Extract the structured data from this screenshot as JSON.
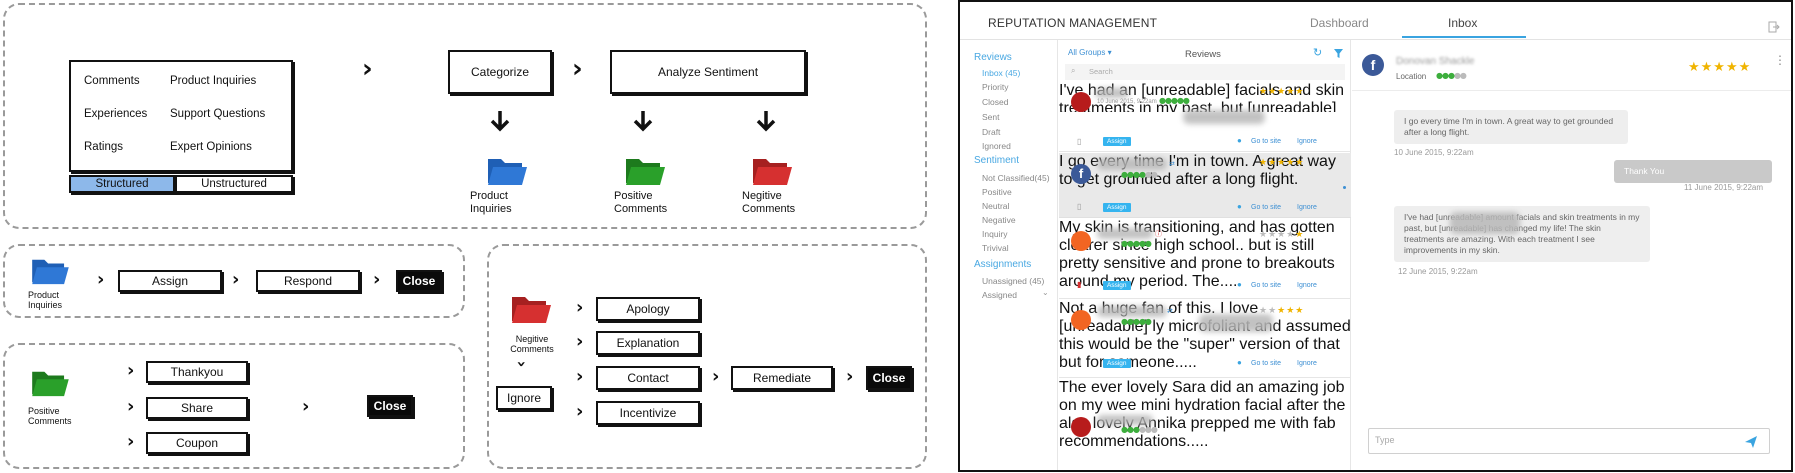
{
  "flow": {
    "channels_col1": [
      "Comments",
      "Experiences",
      "Ratings"
    ],
    "channels_col2": [
      "Product Inquiries",
      "Support Questions",
      "Expert Opinions"
    ],
    "structured_label": "Structured",
    "unstructured_label": "Unstructured",
    "categorize": "Categorize",
    "analyze_sentiment": "Analyze Sentiment",
    "cat_product": "Product\nInquiries",
    "cat_positive": "Positive\nComments",
    "cat_negative": "Negitive\nComments",
    "pi_label": "Product\nInquiries",
    "pi_assign": "Assign",
    "pi_respond": "Respond",
    "pi_close": "Close",
    "pos_label": "Positive\nComments",
    "pos_thankyou": "Thankyou",
    "pos_share": "Share",
    "pos_coupon": "Coupon",
    "pos_close": "Close",
    "neg_label": "Negitive\nComments",
    "neg_ignore": "Ignore",
    "neg_apology": "Apology",
    "neg_explanation": "Explanation",
    "neg_contact": "Contact",
    "neg_incentivize": "Incentivize",
    "neg_remediate": "Remediate",
    "neg_close": "Close"
  },
  "colors": {
    "blue_folder": "#2f78d6",
    "green_folder": "#2aa02a",
    "red_folder": "#d63030",
    "accent": "#3aa4e0"
  },
  "app": {
    "title": "REPUTATION MANAGEMENT",
    "tab_dashboard": "Dashboard",
    "tab_inbox": "Inbox",
    "sidebar": {
      "reviews_head": "Reviews",
      "reviews_items": [
        "Inbox (45)",
        "Priority",
        "Closed",
        "Sent",
        "Draft",
        "Ignored"
      ],
      "sentiment_head": "Sentiment",
      "sentiment_items": [
        "Not Classified(45)",
        "Positive",
        "Neutral",
        "Negative",
        "Inquiry",
        "Trivival"
      ],
      "assign_head": "Assignments",
      "assign_items": [
        "Unassigned (45)",
        "Assigned"
      ]
    },
    "list": {
      "group": "All Groups",
      "title": "Reviews",
      "search_placeholder": "Search",
      "date1": "10 June 2015, 9:22am",
      "assign": "Assign",
      "goto": "Go to site",
      "ignore": "Ignore",
      "r1": "I've had an [unreadable] facials and skin  treatments in my past, but [unreadable] concept space has changed my life! The skin [unreadable]",
      "r2": "I go every time I'm in town. A great way to get  grounded after a long flight.",
      "r3": "My skin is transitioning, and has gotten clearer since high school.. but is still pretty sensitive and prone to breakouts around my period. The....",
      "r4": "Not a huge fan of this. I love [unreadable] ly microfoliant and assumed this would be the \"super\" version  of that but for someone.....",
      "r5": "The ever lovely Sara did an amazing job on my wee mini hydration facial after the also lovely Annika prepped me with fab recommendations....."
    },
    "detail": {
      "name": "Donovan Shackle",
      "location": "Location",
      "msg1": "I go every time I'm in town. A great way to get grounded after a long flight.",
      "ts1": "10 June 2015, 9:22am",
      "reply": "Thank You",
      "ts2": "11 June 2015, 9:22am",
      "msg2": "I've had [unreadable] amount facials and skin treatments in my past, but [unreadable] has changed my life! The skin treatments are amazing. With each treatment I see improvements in my skin.",
      "ts3": "12 June 2015, 9:22am",
      "type_placeholder": "Type"
    }
  }
}
